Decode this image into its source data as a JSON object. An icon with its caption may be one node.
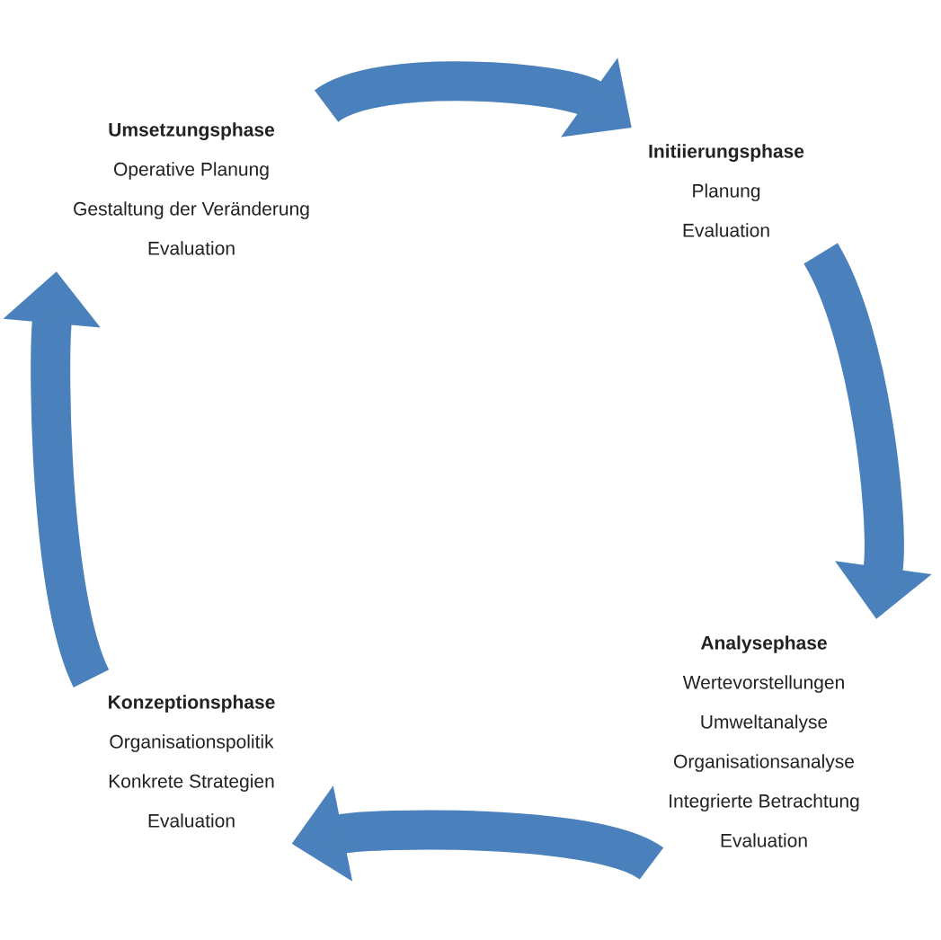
{
  "diagram": {
    "nodes": [
      {
        "text": [
          "Umsetzungsphase",
          "Operative Planung",
          "Gestaltung der Veränderung",
          "Evaluation"
        ]
      },
      {
        "text": [
          "Initiierungsphase",
          "Planung",
          "Evaluation"
        ]
      },
      {
        "text": [
          "Analysephase",
          "Wertevorstellungen",
          "Umweltanalyse",
          "Organisationsanalyse",
          "Integrierte Betrachtung",
          "Evaluation"
        ]
      },
      {
        "text": [
          "Konzeptionsphase",
          "Organisationspolitik",
          "Konkrete Strategien",
          "Evaluation"
        ]
      }
    ],
    "edges": [
      {
        "from": 0,
        "to": 1,
        "arrow": "to"
      },
      {
        "from": 1,
        "to": 2,
        "arrow": "to"
      },
      {
        "from": 2,
        "to": 3,
        "arrow": "to"
      },
      {
        "from": 3,
        "to": 0,
        "arrow": "to"
      }
    ]
  }
}
